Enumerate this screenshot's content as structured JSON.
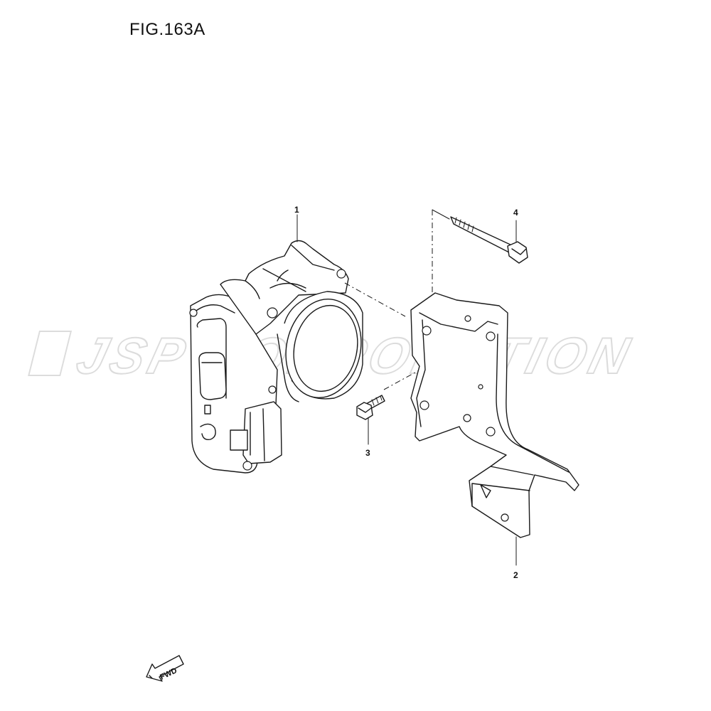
{
  "figure": {
    "title": "FIG.163A"
  },
  "watermark": {
    "text": "JSP CORPORATION",
    "color": "#dcdcdc"
  },
  "callouts": [
    {
      "id": "1",
      "label": "1"
    },
    {
      "id": "2",
      "label": "2"
    },
    {
      "id": "3",
      "label": "3"
    },
    {
      "id": "4",
      "label": "4"
    }
  ],
  "direction_indicator": {
    "label": "FWD",
    "icon": "arrow-down-left-icon"
  }
}
